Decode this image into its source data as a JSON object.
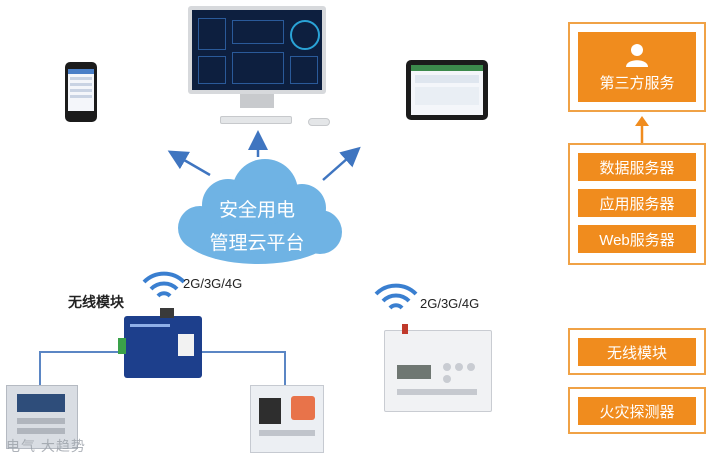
{
  "cloud": {
    "line1": "安全用电",
    "line2": "管理云平台"
  },
  "signal_labels": {
    "left": "2G/3G/4G",
    "right": "2G/3G/4G"
  },
  "wireless_module_caption": "无线模块",
  "right_panel": {
    "third_party": "第三方服务",
    "servers": [
      "数据服务器",
      "应用服务器",
      "Web服务器"
    ],
    "devices": [
      "无线模块",
      "火灾探测器"
    ]
  },
  "watermark": "电气 大趋势",
  "colors": {
    "orange": "#f08c1e",
    "orange_border": "#f0a246",
    "cloud": "#6fb3e4",
    "arrow": "#3f75c0",
    "wifi": "#3a7fd0"
  }
}
